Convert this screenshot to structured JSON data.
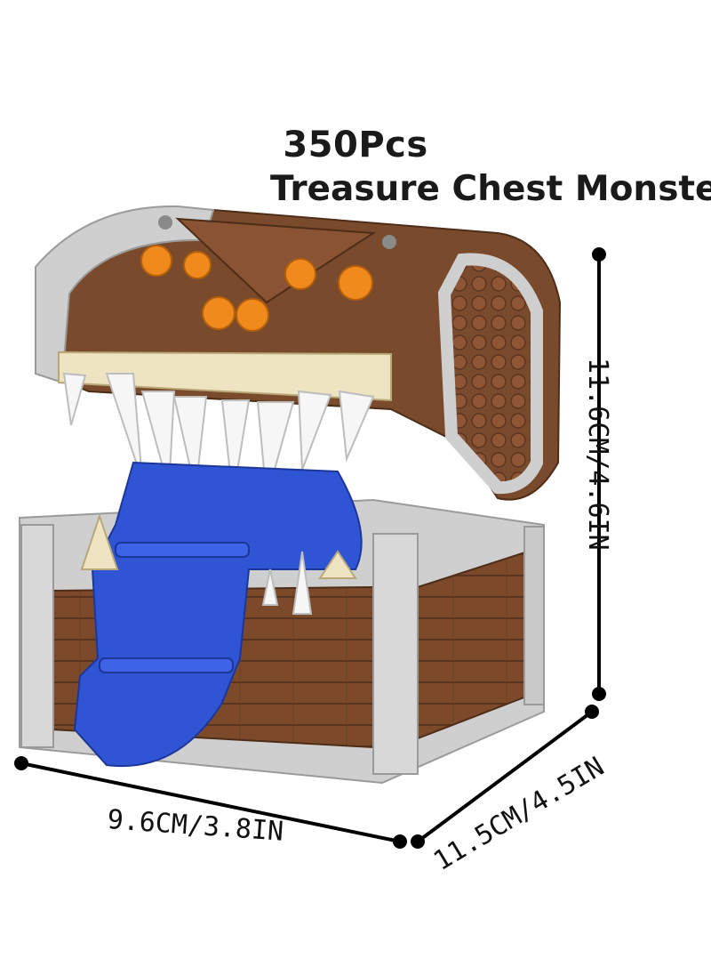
{
  "title": {
    "pieces": "350Pcs",
    "product_name": "Treasure Chest Monster"
  },
  "dimensions": {
    "height": "11.6CM/4.6IN",
    "width": "9.6CM/3.8IN",
    "depth": "11.5CM/4.5IN"
  },
  "colors": {
    "wood_brown": "#7a4a2c",
    "frame_gray": "#cfcfcf",
    "teeth_ivory": "#efe4c2",
    "fang_white": "#f6f6f6",
    "tongue_blue": "#2f55d4",
    "eye_orange": "#f08a1c",
    "dimension_line": "#000000"
  },
  "figure": {
    "subject": "brick-built-mimic-treasure-chest",
    "icons": [
      "treasure-chest-model",
      "dimension-arrow"
    ]
  }
}
